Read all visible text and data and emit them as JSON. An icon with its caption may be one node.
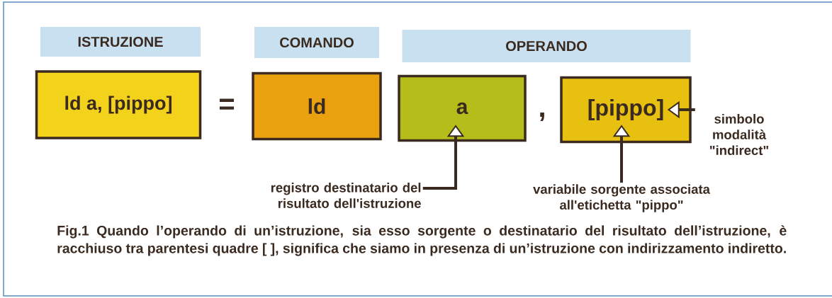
{
  "diagram": {
    "caption": "Fig.1 Quando l’operando di un’istruzione, sia esso sorgente o destinatario del risultato dell’istruzione, è racchiuso tra parentesi quadre [ ], significa che siamo in presenza di un’istruzione con indirizzamento indiretto.",
    "nodes": [
      {
        "text": [
          "ISTRUZIONE"
        ]
      },
      {
        "text": [
          "COMANDO"
        ]
      },
      {
        "text": [
          "OPERANDO"
        ]
      },
      {
        "text": [
          "ld a, [pippo]"
        ]
      },
      {
        "text": [
          "ld"
        ]
      },
      {
        "text": [
          "a"
        ]
      },
      {
        "text": [
          "[pippo]"
        ]
      },
      {
        "text": [
          "registro destinatario del risultato dell'istruzione"
        ]
      },
      {
        "text": [
          "variabile sorgente associata all'etichetta \"pippo\""
        ]
      },
      {
        "text": [
          "simbolo modalità \"indirect\""
        ]
      }
    ],
    "edges": [
      {
        "from": 7,
        "to": 5,
        "arrow": "to"
      },
      {
        "from": 8,
        "to": 6,
        "arrow": "to"
      },
      {
        "from": 9,
        "to": 6,
        "arrow": "to"
      }
    ],
    "labels": [
      "=",
      ","
    ]
  }
}
